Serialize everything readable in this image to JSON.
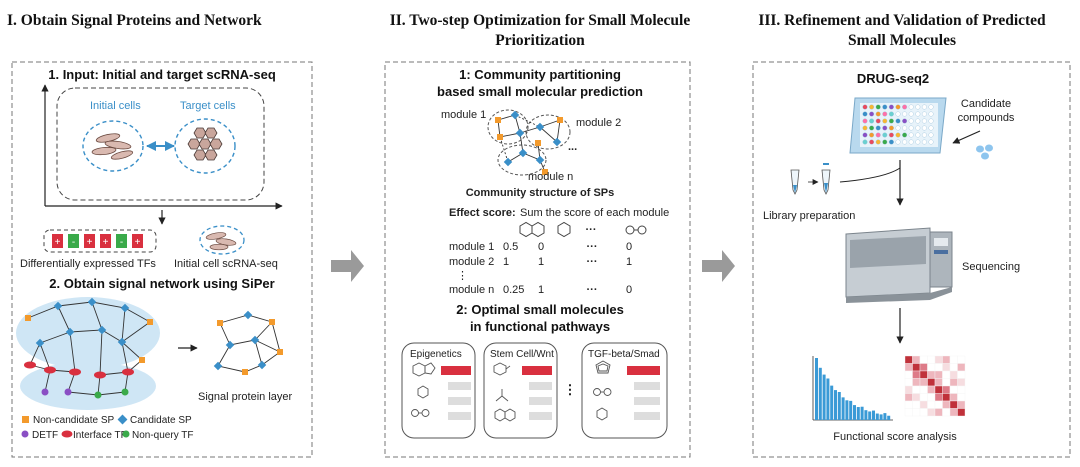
{
  "panel1": {
    "title": "I. Obtain Signal Proteins and Network",
    "step1": "1. Input: Initial and target scRNA-seq",
    "initial_cells": "Initial cells",
    "target_cells": "Target cells",
    "tf_caption": "Differentially expressed TFs",
    "scrna_caption": "Initial cell scRNA-seq",
    "step2": "2. Obtain signal network using SiPer",
    "layer_caption": "Signal protein layer",
    "legend": {
      "non_candidate": "Non-candidate SP",
      "candidate": "Candidate SP",
      "detf": "DETF",
      "interface": "Interface TF",
      "non_query": "Non-query TF"
    }
  },
  "panel2": {
    "title_line1": "II. Two-step Optimization for Small Molecule",
    "title_line2": "Prioritization",
    "step1_line1": "1: Community partitioning",
    "step1_line2": "based small molecular prediction",
    "module1": "module 1",
    "module2": "module 2",
    "modulen": "module n",
    "dots": "...",
    "community_caption": "Community structure of SPs",
    "effect_label": "Effect score:",
    "effect_text": "Sum the score of each module",
    "score_rows": [
      {
        "label": "module 1",
        "v1": "0.5",
        "v2": "0",
        "v3": "0"
      },
      {
        "label": "module 2",
        "v1": "1",
        "v2": "1",
        "v3": "1"
      },
      {
        "label": "module n",
        "v1": "0.25",
        "v2": "1",
        "v3": "0"
      }
    ],
    "ellipsis": "···",
    "vdots": "⋮",
    "step2_line1": "2: Optimal small molecules",
    "step2_line2": "in functional pathways",
    "pathways": [
      "Epigenetics",
      "Stem Cell/Wnt",
      "TGF-beta/Smad"
    ]
  },
  "panel3": {
    "title_line1": "III. Refinement and Validation of Predicted",
    "title_line2": "Small Molecules",
    "method": "DRUG-seq2",
    "candidate_line1": "Candidate",
    "candidate_line2": "compounds",
    "library": "Library preparation",
    "sequencing": "Sequencing",
    "analysis": "Functional score analysis"
  },
  "colors": {
    "blue": "#3a8fc8",
    "orange": "#f39a2c",
    "red": "#d9303f",
    "green": "#3aaa4a",
    "purple": "#8a4fc4",
    "heat_dark": "#c0313a",
    "arrow_gray": "#9a9a9a"
  }
}
